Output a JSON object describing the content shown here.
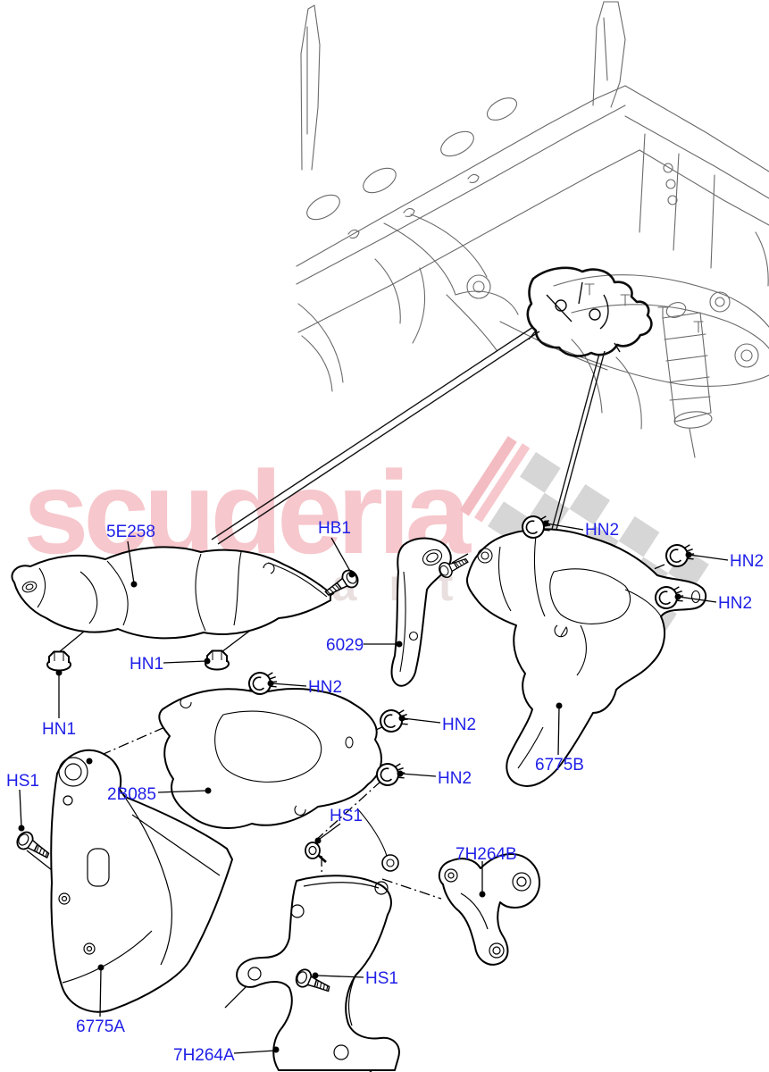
{
  "watermark": {
    "main": "scuderia",
    "sub": "car parts"
  },
  "colors": {
    "callout_text": "#1f1fe8",
    "watermark_main_pink": "#f6c7cc",
    "watermark_sub_gray": "#e9dfdf",
    "checker_gray": "#d6d6d6",
    "checker_pink": "#f3bcc2",
    "part_outline": "#000000",
    "vehicle_sketch_gray": "#6a6a6a",
    "background": "#ffffff"
  },
  "icons": {
    "hn1": "flange-nut-icon",
    "hn2": "push-nut-icon",
    "hb1": "screw-icon",
    "hs1": "screw-icon",
    "stud": "stud-washer-icon",
    "flag": "checkered-flag-icon"
  },
  "labels": [
    {
      "text": "5E258"
    },
    {
      "text": "HB1"
    },
    {
      "text": "HN2"
    },
    {
      "text": "HN2"
    },
    {
      "text": "HN2"
    },
    {
      "text": "6029"
    },
    {
      "text": "HN1"
    },
    {
      "text": "HN2"
    },
    {
      "text": "HN1"
    },
    {
      "text": "HN2"
    },
    {
      "text": "HN2"
    },
    {
      "text": "2B085"
    },
    {
      "text": "HS1"
    },
    {
      "text": "HS1"
    },
    {
      "text": "6775B"
    },
    {
      "text": "7H264B"
    },
    {
      "text": "HS1"
    },
    {
      "text": "6775A"
    },
    {
      "text": "7H264A"
    }
  ]
}
